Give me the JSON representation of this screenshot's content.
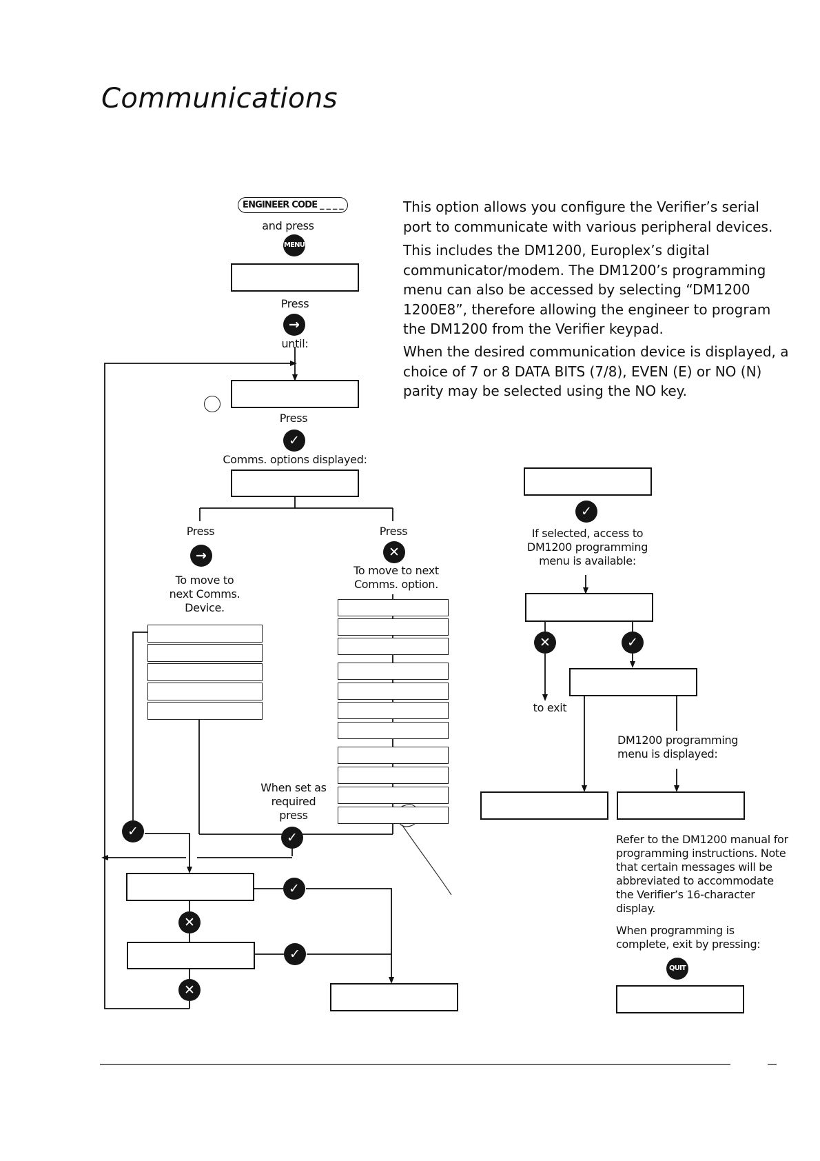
{
  "page_title": "Communications",
  "intro": {
    "p1": "This option allows you configure the Verifier’s serial port to communicate with various peripheral devices.",
    "p2": "This includes the DM1200, Europlex’s digital communicator/modem. The DM1200’s programming menu can also be accessed by selecting “DM1200 1200E8”, therefore allowing the engineer to program the DM1200 from the Verifier keypad.",
    "p3": "When the desired communication device is displayed, a choice of 7 or 8 DATA BITS (7/8), EVEN (E) or NO (N) parity may be selected using the NO key."
  },
  "flow": {
    "engineer_code": "ENGINEER CODE _ _ _ _",
    "and_press": "and press",
    "press_1": "Press",
    "until": "until:",
    "press_2": "Press",
    "comms_options_displayed": "Comms. options displayed:",
    "press_left": "Press",
    "move_next_device": "To move to next Comms. Device.",
    "press_right": "Press",
    "move_next_option": "To move to next Comms. option.",
    "when_set": "When set as required press",
    "if_selected": "If selected, access to DM1200 programming menu is available:",
    "to_exit": "to exit",
    "dm_menu_displayed": "DM1200 programming menu is displayed:",
    "refer_note": "Refer to the DM1200 manual for programming instructions. Note that certain messages will be abbreviated to accommodate the Verifier’s 16-character display.",
    "when_complete": "When programming is complete, exit by pressing:"
  },
  "keys": {
    "menu": "MENU",
    "quit": "QUIT",
    "arrow": "→",
    "tick": "✓",
    "cross": "✕"
  }
}
